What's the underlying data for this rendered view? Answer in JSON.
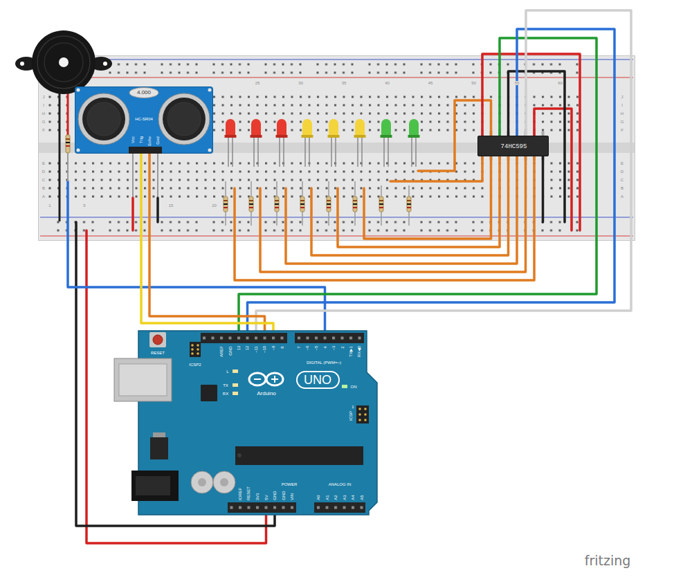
{
  "diagram": {
    "nodes": [
      {
        "text": [
          "25",
          "30",
          "35",
          "40",
          "45",
          "50",
          "55",
          "60",
          "1",
          "5",
          "15",
          "20",
          "J",
          "I",
          "H",
          "G",
          "F",
          "E",
          "D",
          "C",
          "B",
          "A",
          "J",
          "I",
          "H",
          "G",
          "F",
          "E",
          "D",
          "C",
          "B",
          "A"
        ]
      },
      {
        "text": [
          "4.000",
          "HC-SR04",
          "Vcc",
          "Trig",
          "Echo",
          "Gnd"
        ],
        "in": 0
      },
      {
        "text": [
          "74HC595"
        ],
        "in": 0
      },
      {
        "text": [
          "RESET",
          "ICSP2",
          "AREF",
          "GND",
          "13",
          "12",
          "~11",
          "~10",
          "~9",
          "8",
          "7",
          "~6",
          "~5",
          "4",
          "~3",
          "2",
          "TX▶1",
          "RX◀0",
          "DIGITAL (PWM=~)",
          "L",
          "TX",
          "RX",
          "UNO",
          "Arduino",
          "ON",
          "1",
          "ICSP",
          "IOREF",
          "RESET",
          "3V3",
          "5V",
          "GND",
          "GND",
          "VIN",
          "POWER",
          "ANALOG IN",
          "A0",
          "A1",
          "A2",
          "A3",
          "A4",
          "A5"
        ]
      }
    ],
    "edges": [
      {
        "from": 3,
        "to": 2,
        "arrow": "none"
      },
      {
        "from": 3,
        "to": 2,
        "arrow": "none"
      },
      {
        "from": 3,
        "to": 2,
        "arrow": "none"
      },
      {
        "from": 3,
        "to": 1,
        "arrow": "none"
      },
      {
        "from": 3,
        "to": 1,
        "arrow": "none"
      }
    ],
    "labels": [
      "fritzing"
    ]
  }
}
